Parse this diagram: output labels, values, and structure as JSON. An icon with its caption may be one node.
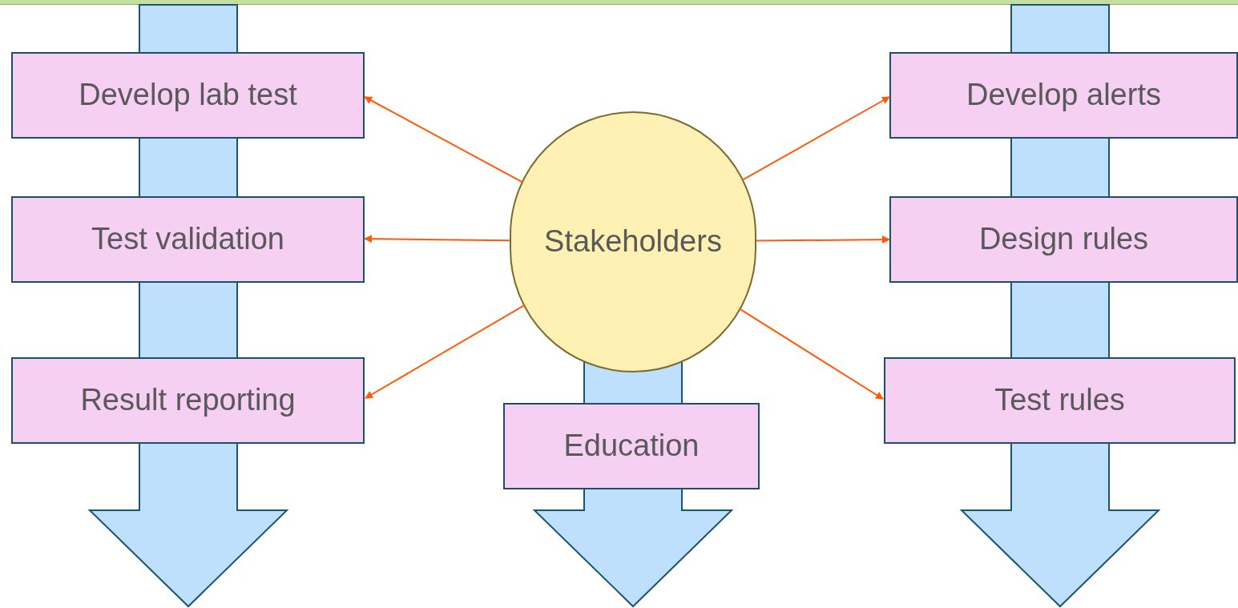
{
  "diagram": {
    "nodes": [
      {
        "text": [
          "Develop lab test"
        ]
      },
      {
        "text": [
          "Develop alerts"
        ]
      },
      {
        "text": [
          "Test validation"
        ]
      },
      {
        "text": [
          "Stakeholders"
        ]
      },
      {
        "text": [
          "Design rules"
        ]
      },
      {
        "text": [
          "Result reporting"
        ]
      },
      {
        "text": [
          "Test rules"
        ]
      },
      {
        "text": [
          "Education"
        ]
      }
    ],
    "edges": [
      {
        "from": 3,
        "to": 0,
        "arrow": "to",
        "color": "#ff5a0a"
      },
      {
        "from": 3,
        "to": 2,
        "arrow": "to",
        "color": "#ff5a0a"
      },
      {
        "from": 3,
        "to": 5,
        "arrow": "to",
        "color": "#ff5a0a"
      },
      {
        "from": 3,
        "to": 1,
        "arrow": "to",
        "color": "#ff5a0a"
      },
      {
        "from": 3,
        "to": 4,
        "arrow": "to",
        "color": "#ff5a0a"
      },
      {
        "from": 3,
        "to": 6,
        "arrow": "to",
        "color": "#ff5a0a"
      }
    ]
  }
}
